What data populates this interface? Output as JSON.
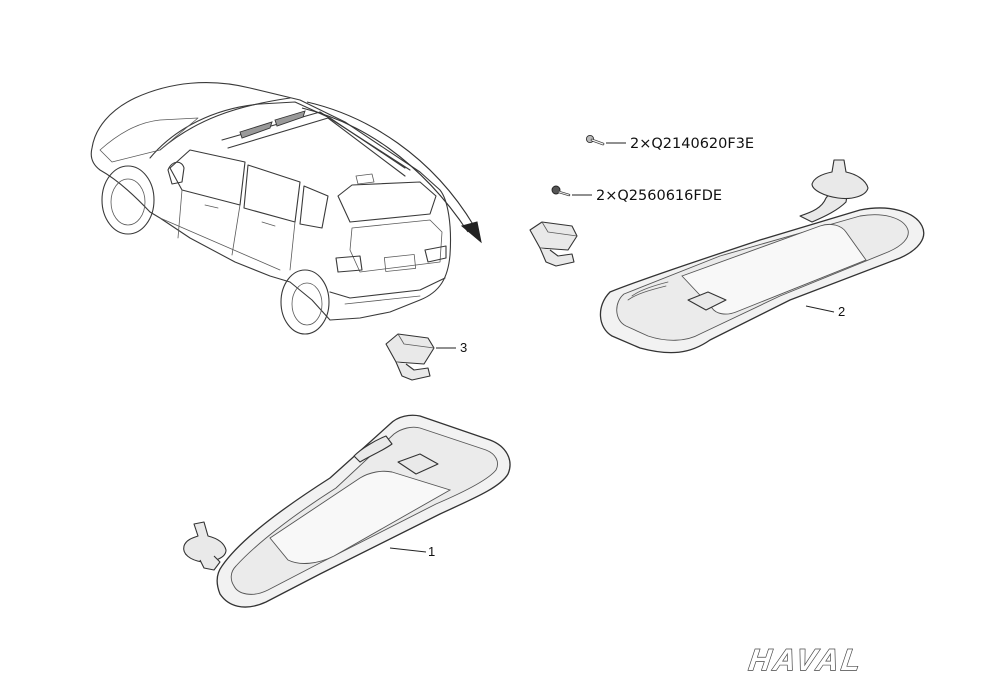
{
  "callouts": {
    "part_1": "1",
    "part_2": "2",
    "part_3": "3"
  },
  "fasteners": {
    "screw_a": "2×Q2140620F3E",
    "screw_b": "2×Q2560616FDE"
  },
  "brand": {
    "logo_text": "HAVAL"
  }
}
